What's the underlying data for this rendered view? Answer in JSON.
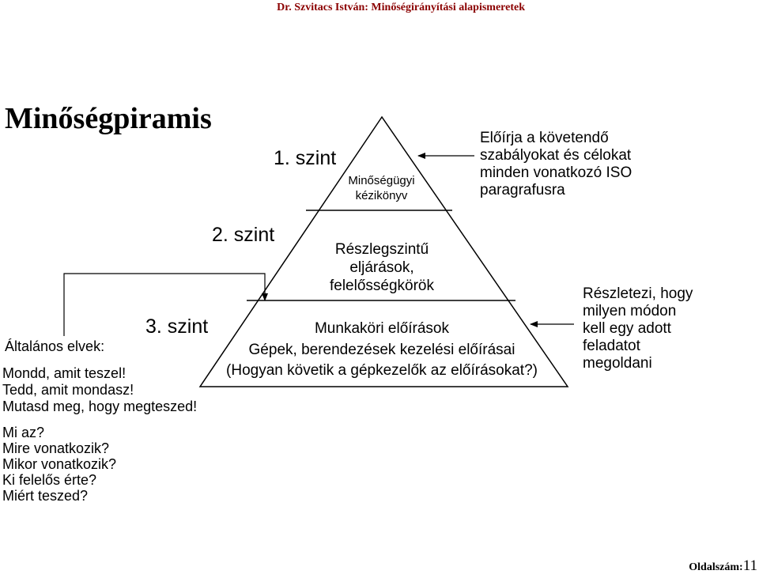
{
  "header": "Dr. Szvitacs István: Minőségirányítási alapismeretek",
  "title": "Minőségpiramis",
  "levels": {
    "level1": "1. szint",
    "level2": "2. szint",
    "level3": "3. szint"
  },
  "pyramid": {
    "top": "Minőségügyi\nkézikönyv",
    "middle": "Részlegszintű\neljárások,\nfelelősségkörök",
    "bottom_line1": "Munkaköri előírások",
    "bottom_line2": "Gépek, berendezések kezelési előírásai",
    "bottom_line3": "(Hogyan követik a gépkezelők az előírásokat?)"
  },
  "right_top": "Előírja a követendő\nszabályokat és célokat\nminden vonatkozó ISO\nparagrafusra",
  "right_bottom": "Részletezi, hogy\nmilyen módon\nkell egy adott\nfeladatot\nmegoldani",
  "left": {
    "general": "Általános elvek:",
    "rules": "Mondd, amit teszel!\nTedd, amit mondasz!\nMutasd meg, hogy megteszed!",
    "questions": "Mi az?\nMire vonatkozik?\nMikor vonatkozik?\nKi felelős érte?\nMiért teszed?"
  },
  "footer": {
    "label": "Oldalszám:",
    "page": "11"
  }
}
